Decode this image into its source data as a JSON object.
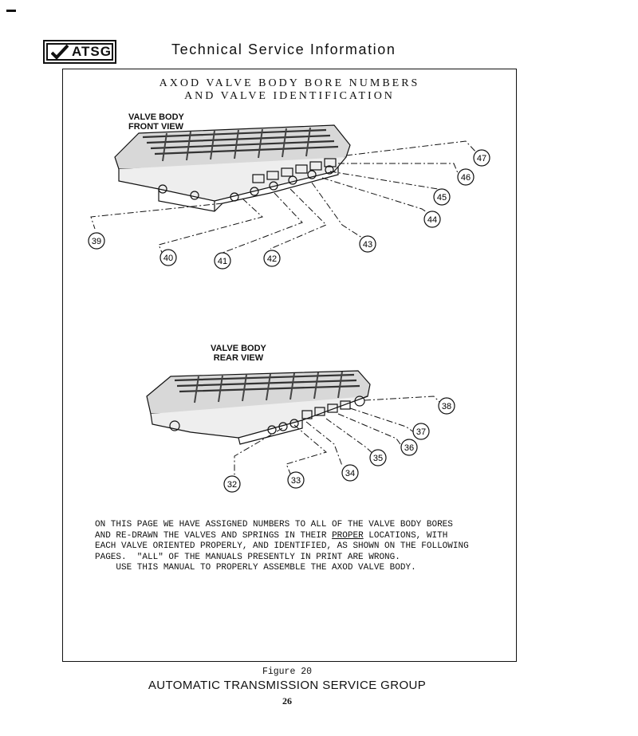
{
  "header": {
    "logo_text": "ATSG",
    "title": "Technical Service Information"
  },
  "figure": {
    "title_line1": "AXOD VALVE BODY BORE NUMBERS",
    "title_line2": "AND VALVE IDENTIFICATION",
    "front_view": {
      "label_line1": "VALVE BODY",
      "label_line2": "FRONT VIEW",
      "callouts": [
        "39",
        "40",
        "41",
        "42",
        "43",
        "44",
        "45",
        "46",
        "47"
      ]
    },
    "rear_view": {
      "label_line1": "VALVE BODY",
      "label_line2": "REAR VIEW",
      "callouts": [
        "32",
        "33",
        "34",
        "35",
        "36",
        "37",
        "38"
      ]
    },
    "paragraph": {
      "line1": "ON THIS PAGE WE HAVE ASSIGNED NUMBERS TO ALL OF THE VALVE BODY BORES",
      "line2_a": "AND RE-DRAWN THE VALVES AND SPRINGS IN THEIR ",
      "line2_u": "PROPER",
      "line2_b": " LOCATIONS, WITH",
      "line3": "EACH VALVE ORIENTED PROPERLY, AND IDENTIFIED, AS SHOWN ON THE FOLLOWING",
      "line4": "PAGES.  \"ALL\" OF THE MANUALS PRESENTLY IN PRINT ARE WRONG.",
      "line5": "    USE THIS MANUAL TO PROPERLY ASSEMBLE THE AXOD VALVE BODY."
    }
  },
  "footer": {
    "caption": "Figure 20",
    "org": "AUTOMATIC TRANSMISSION SERVICE GROUP",
    "page": "26"
  }
}
